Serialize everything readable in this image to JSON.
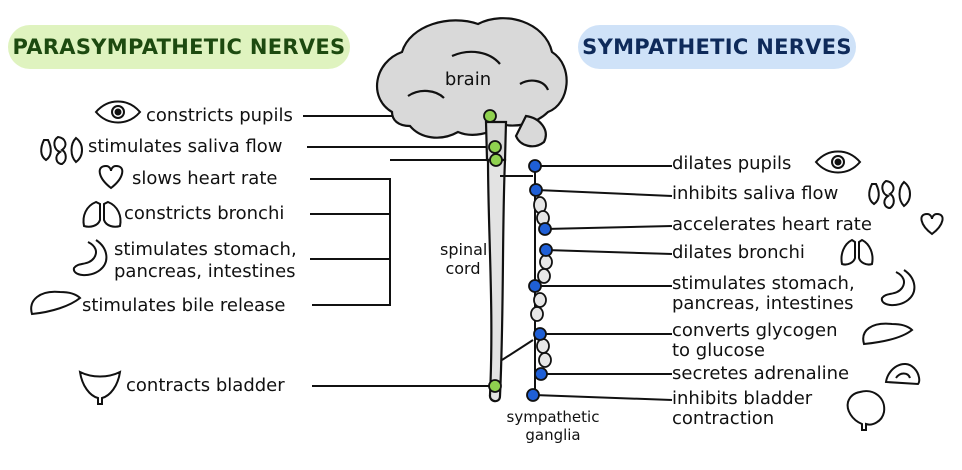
{
  "headers": {
    "parasympathetic": "PARASYMPATHETIC NERVES",
    "sympathetic": "SYMPATHETIC NERVES"
  },
  "center": {
    "brain": "brain",
    "spinal_cord_line1": "spinal",
    "spinal_cord_line2": "cord",
    "ganglia_line1": "sympathetic",
    "ganglia_line2": "ganglia"
  },
  "parasympathetic": [
    {
      "icon": "eye-icon",
      "line1": "constricts pupils",
      "line2": ""
    },
    {
      "icon": "salivary-gland-icon",
      "line1": "stimulates saliva flow",
      "line2": ""
    },
    {
      "icon": "heart-icon",
      "line1": "slows heart rate",
      "line2": ""
    },
    {
      "icon": "lungs-icon",
      "line1": "constricts bronchi",
      "line2": ""
    },
    {
      "icon": "stomach-icon",
      "line1": "stimulates stomach,",
      "line2": "pancreas, intestines"
    },
    {
      "icon": "liver-icon",
      "line1": "stimulates bile release",
      "line2": ""
    },
    {
      "icon": "bladder-icon",
      "line1": "contracts bladder",
      "line2": ""
    }
  ],
  "sympathetic": [
    {
      "icon": "eye-icon",
      "line1": "dilates pupils",
      "line2": ""
    },
    {
      "icon": "salivary-gland-icon",
      "line1": "inhibits saliva flow",
      "line2": ""
    },
    {
      "icon": "heart-icon",
      "line1": "accelerates heart rate",
      "line2": ""
    },
    {
      "icon": "lungs-icon",
      "line1": "dilates bronchi",
      "line2": ""
    },
    {
      "icon": "stomach-icon",
      "line1": "stimulates stomach,",
      "line2": "pancreas, intestines"
    },
    {
      "icon": "liver-icon",
      "line1": "converts glycogen",
      "line2": "to glucose"
    },
    {
      "icon": "adrenal-gland-icon",
      "line1": "secretes adrenaline",
      "line2": ""
    },
    {
      "icon": "bladder-icon",
      "line1": "inhibits bladder",
      "line2": "contraction"
    }
  ],
  "colors": {
    "parasympathetic_node": "#8fd14f",
    "sympathetic_node": "#1f5fd6",
    "brain_fill": "#d9d9d9",
    "outline": "#111111",
    "para_pill": "#dff3bf",
    "sym_pill": "#cfe2f8"
  }
}
